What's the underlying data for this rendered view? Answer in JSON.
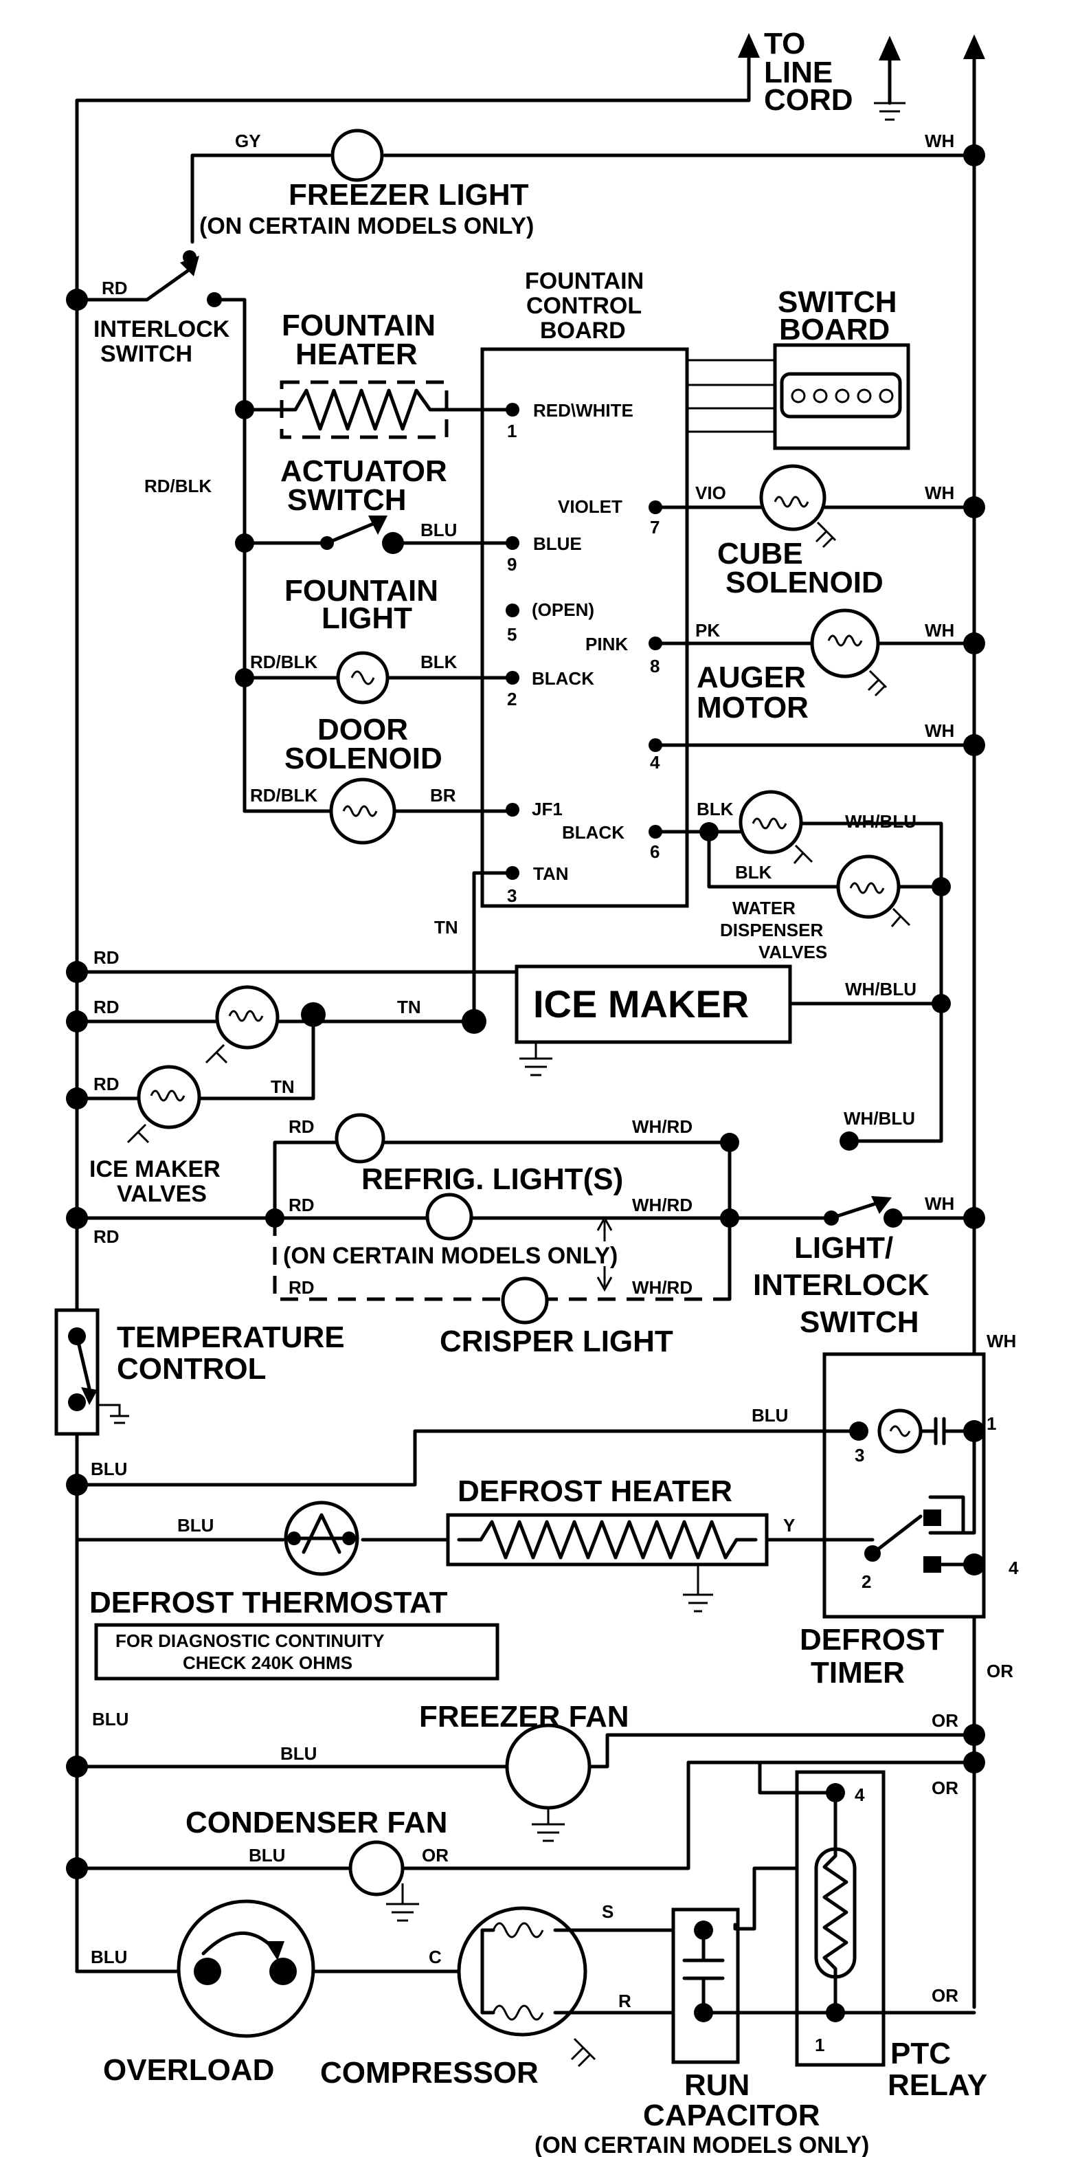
{
  "line_cord": "TO LINE CORD",
  "wires": {
    "gy": "GY",
    "wh": "WH",
    "rd": "RD",
    "rd_blk": "RD/BLK",
    "blu": "BLU",
    "vio": "VIO",
    "pk": "PK",
    "blk": "BLK",
    "br": "BR",
    "tn": "TN",
    "wh_blu": "WH/BLU",
    "wh_rd": "WH/RD",
    "y": "Y",
    "or": "OR"
  },
  "components": {
    "freezer_light": "FREEZER LIGHT",
    "on_certain_models": "(ON CERTAIN MODELS ONLY)",
    "interlock_switch": [
      "INTERLOCK",
      "SWITCH"
    ],
    "fountain_heater": [
      "FOUNTAIN",
      "HEATER"
    ],
    "actuator_switch": [
      "ACTUATOR",
      "SWITCH"
    ],
    "fountain_light": [
      "FOUNTAIN",
      "LIGHT"
    ],
    "door_solenoid": [
      "DOOR",
      "SOLENOID"
    ],
    "fountain_control_board": [
      "FOUNTAIN",
      "CONTROL",
      "BOARD"
    ],
    "switch_board": [
      "SWITCH",
      "BOARD"
    ],
    "cube_solenoid": [
      "CUBE",
      "SOLENOID"
    ],
    "auger_motor": [
      "AUGER",
      "MOTOR"
    ],
    "water_dispenser_valves": [
      "WATER",
      "DISPENSER",
      "VALVES"
    ],
    "ice_maker": "ICE MAKER",
    "ice_maker_valves": [
      "ICE MAKER",
      "VALVES"
    ],
    "refrig_lights": "REFRIG. LIGHT(S)",
    "crisper_light": "CRISPER LIGHT",
    "light_interlock_switch": [
      "LIGHT/",
      "INTERLOCK",
      "SWITCH"
    ],
    "temperature_control": [
      "TEMPERATURE",
      "CONTROL"
    ],
    "defrost_heater": "DEFROST HEATER",
    "defrost_thermostat": "DEFROST THERMOSTAT",
    "diagnostic_note": [
      "FOR DIAGNOSTIC CONTINUITY",
      "CHECK 240K OHMS"
    ],
    "defrost_timer": [
      "DEFROST",
      "TIMER"
    ],
    "freezer_fan": "FREEZER FAN",
    "condenser_fan": "CONDENSER FAN",
    "overload": "OVERLOAD",
    "compressor": "COMPRESSOR",
    "run_capacitor": [
      "RUN",
      "CAPACITOR"
    ],
    "ptc_relay": [
      "PTC",
      "RELAY"
    ]
  },
  "board_pins": {
    "red_white": "RED\\WHITE",
    "p1": "1",
    "violet": "VIOLET",
    "p7": "7",
    "blue": "BLUE",
    "p9": "9",
    "open": "(OPEN)",
    "p5": "5",
    "pink": "PINK",
    "p8": "8",
    "black": "BLACK",
    "p2": "2",
    "p4": "4",
    "jf1": "JF1",
    "black6": "BLACK",
    "p6": "6",
    "tan": "TAN",
    "p3": "3"
  },
  "terminals": {
    "timer_1": "1",
    "timer_2": "2",
    "timer_3": "3",
    "timer_4": "4",
    "comp_s": "S",
    "comp_c": "C",
    "comp_r": "R",
    "relay_4": "4",
    "relay_1": "1"
  }
}
